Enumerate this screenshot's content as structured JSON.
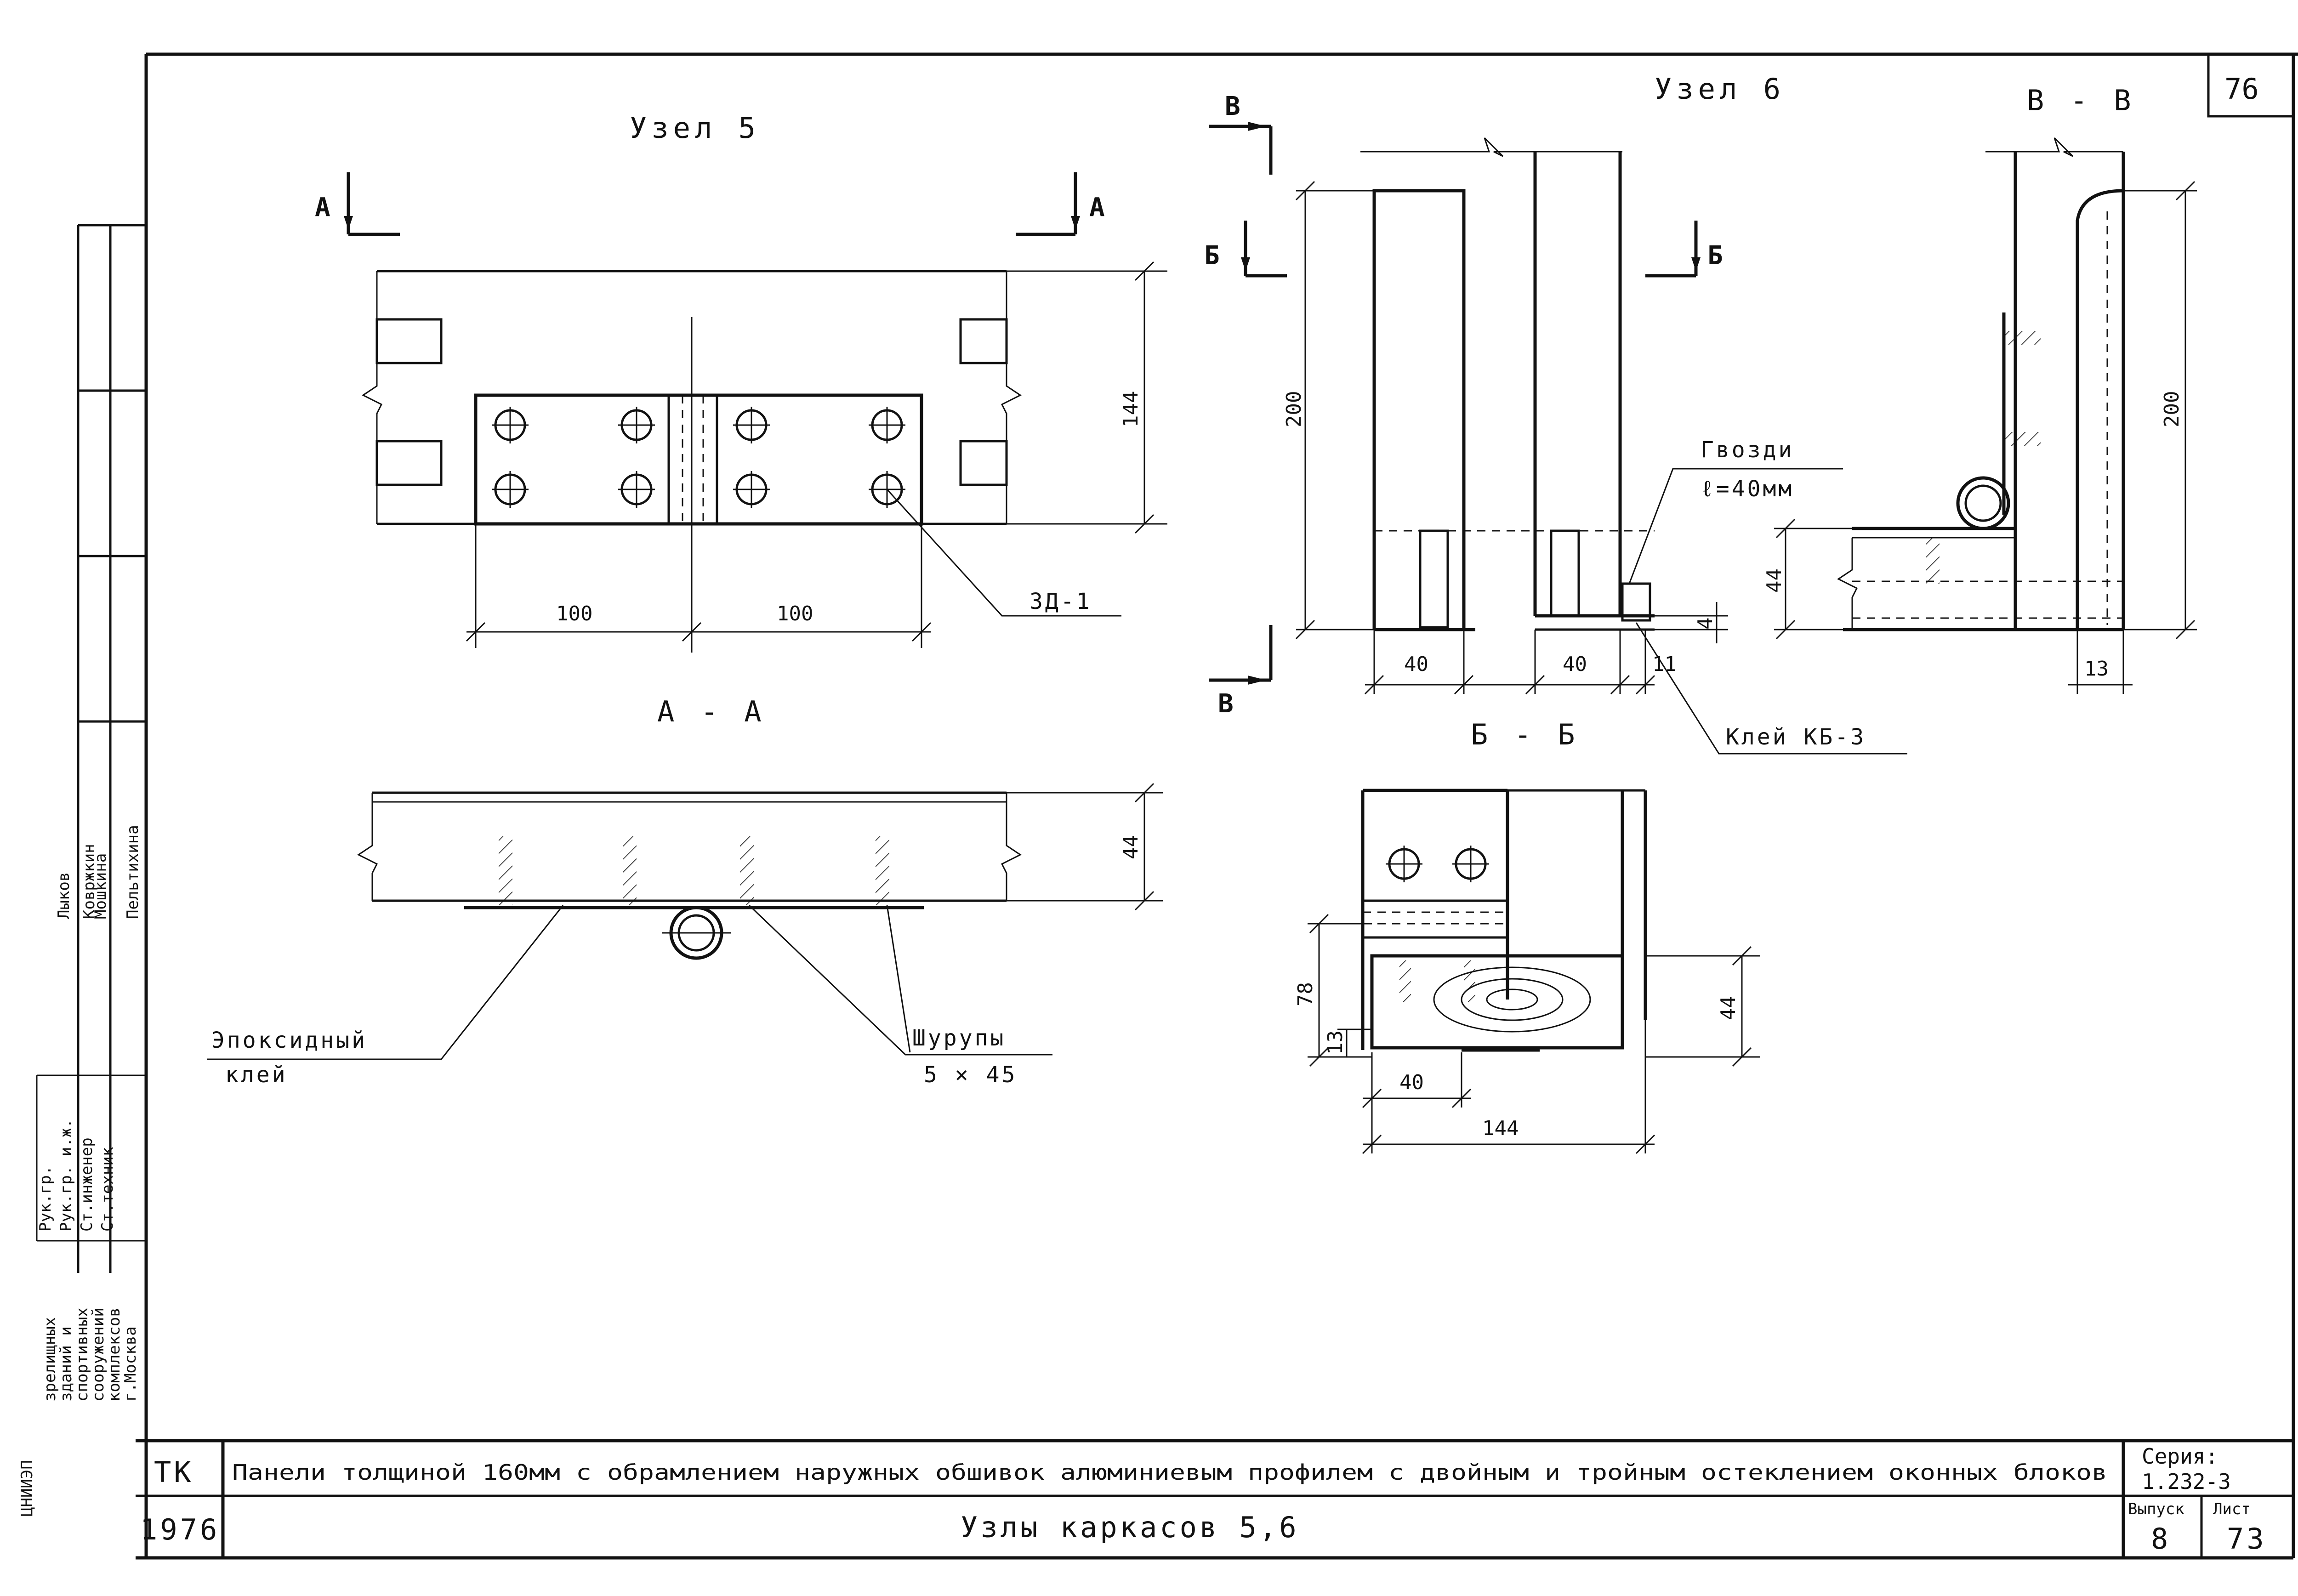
{
  "sheet_number": "76",
  "views": {
    "node5_title": "Узел 5",
    "node6_title": "Узел 6",
    "section_aa": "А - А",
    "section_bb": "Б - Б",
    "section_vv": "В - В"
  },
  "section_marks": {
    "a": "А",
    "b": "Б",
    "v": "В"
  },
  "dimensions": {
    "d144": "144",
    "d100": "100",
    "d44": "44",
    "d200": "200",
    "d40": "40",
    "d11": "11",
    "d4": "4",
    "d13": "13",
    "d78": "78"
  },
  "labels": {
    "zd1": "ЗД-1",
    "nails": "Гвозди",
    "nails_len": "ℓ=40мм",
    "glue_kb3": "Клей КБ-3",
    "epoxy": "Эпоксидный",
    "epoxy2": "клей",
    "screws": "Шурупы",
    "screws_size": "5 × 45"
  },
  "stamp": {
    "org": [
      "ЦНИИЭП",
      "зрелищных",
      "зданий и",
      "спортивных",
      "сооружений",
      "комплексов",
      "г.Москва"
    ],
    "roles": [
      "Рук.гр.",
      "Рук.гр. и.ж.",
      "Ст.инженер",
      "Ст.техник"
    ],
    "names": [
      "Лыков",
      "Ковржкин",
      "Мошкина",
      "Пельтихина"
    ]
  },
  "title_block": {
    "org_code": "ТК",
    "year": "1976",
    "title": "Панели толщиной 160мм с обрамлением наружных обшивок алюминиевым профилем с двойным и тройным остеклением оконных блоков",
    "subtitle": "Узлы каркасов 5,6",
    "series_label": "Серия:",
    "series_value": "1.232-3",
    "issue_label": "Выпуск",
    "issue_value": "8",
    "sheet_label": "Лист",
    "sheet_value": "73"
  }
}
